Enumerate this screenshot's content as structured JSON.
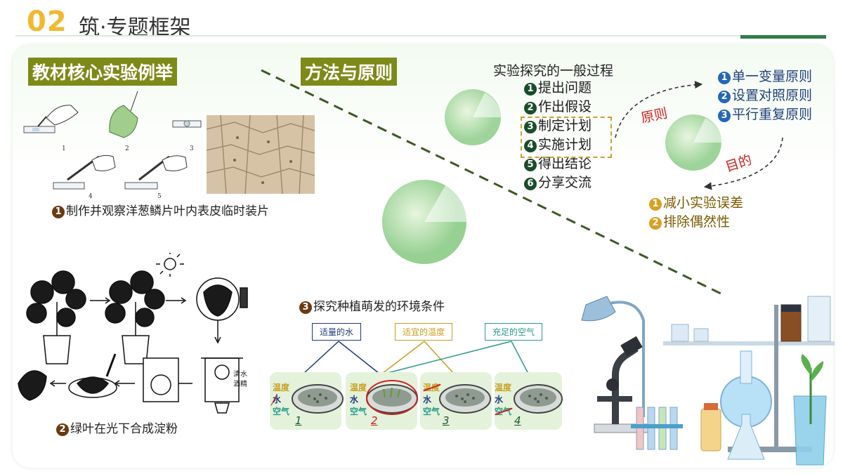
{
  "header": {
    "number": "02",
    "title": "筑·专题框架"
  },
  "sections": {
    "left_title": "教材核心实验例举",
    "mid_title": "方法与原则"
  },
  "process": {
    "title": "实验探究的一般过程",
    "steps": [
      {
        "num": "1",
        "text": "提出问题"
      },
      {
        "num": "2",
        "text": "作出假设"
      },
      {
        "num": "3",
        "text": "制定计划"
      },
      {
        "num": "4",
        "text": "实施计划"
      },
      {
        "num": "5",
        "text": "得出结论"
      },
      {
        "num": "6",
        "text": "分享交流"
      }
    ]
  },
  "labels": {
    "principle": "原则",
    "purpose": "目的"
  },
  "principles": [
    {
      "num": "1",
      "text": "单一变量原则"
    },
    {
      "num": "2",
      "text": "设置对照原则"
    },
    {
      "num": "3",
      "text": "平行重复原则"
    }
  ],
  "purposes": [
    {
      "num": "1",
      "text": "减小实验误差"
    },
    {
      "num": "2",
      "text": "排除偶然性"
    }
  ],
  "experiments": {
    "exp1": {
      "num": "1",
      "text": "制作并观察洋葱鳞片叶内表皮临时装片",
      "steps": [
        "1",
        "2",
        "3",
        "4",
        "5"
      ]
    },
    "exp2": {
      "num": "2",
      "text": "绿叶在光下合成淀粉",
      "beaker_labels": [
        "清水",
        "酒精"
      ]
    },
    "exp3": {
      "num": "3",
      "text": "探究种植萌发的环境条件",
      "conditions": [
        "适量的水",
        "适宜的温度",
        "充足的空气"
      ],
      "vars": [
        "温度",
        "水",
        "空气"
      ],
      "dishes": [
        "1",
        "2",
        "3",
        "4"
      ]
    }
  },
  "colors": {
    "tag_bg": "#7d8a18",
    "accent_green": "#2f7d46",
    "header_num": "#f2b830",
    "water": "#1f3a7a",
    "temp": "#c8a020",
    "air": "#2a9a8a",
    "red": "#d02020"
  }
}
